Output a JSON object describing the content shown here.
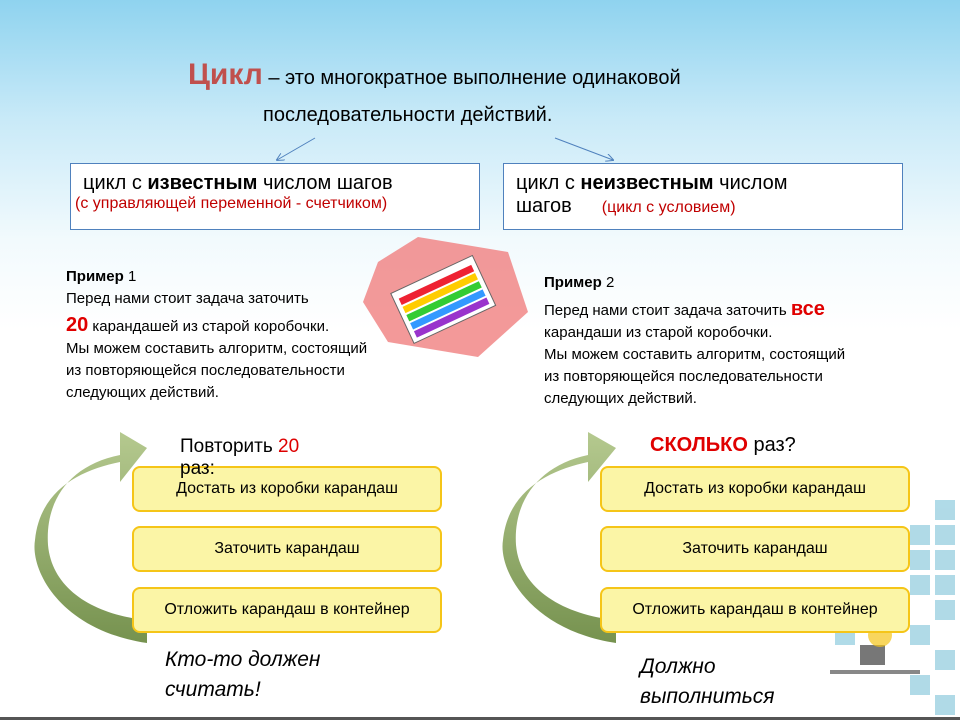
{
  "title": {
    "word": "Цикл",
    "rest": " – это многократное выполнение одинаковой",
    "line2": "последовательности действий."
  },
  "left_box": {
    "prefix": "цикл с ",
    "bold": "известным",
    "suffix": " числом шагов",
    "sub": "(с управляющей переменной - счетчиком)"
  },
  "right_box": {
    "prefix": "цикл с ",
    "bold": "неизвестным",
    "suffix": " числом",
    "line2": "шагов",
    "sub": "(цикл с условием)"
  },
  "example1": {
    "label": "Пример",
    "num": " 1",
    "l1": "Перед нами стоит задача заточить",
    "count": "20",
    "l2": " карандашей из старой коробочки.",
    "l3": "Мы можем составить алгоритм, состоящий",
    "l4": "из повторяющейся последовательности",
    "l5": "следующих действий."
  },
  "example2": {
    "label": "Пример",
    "num": " 2",
    "l1": "Перед нами стоит задача заточить ",
    "all": "все",
    "l2": "карандаши из старой коробочки.",
    "l3": "Мы можем составить алгоритм, состоящий",
    "l4": "из повторяющейся последовательности",
    "l5": "следующих действий."
  },
  "loop1": {
    "head": "Повторить ",
    "count": "20",
    "tail": "раз:",
    "steps": [
      "Достать из коробки карандаш",
      "Заточить карандаш",
      "Отложить карандаш в контейнер"
    ],
    "note1": "Кто-то должен",
    "note2": "считать!"
  },
  "loop2": {
    "head": "СКОЛЬКО",
    "tail": " раз?",
    "steps": [
      "Достать из коробки карандаш",
      "Заточить карандаш",
      "Отложить карандаш в контейнер"
    ],
    "note1": "Должно",
    "note2": "выполниться"
  }
}
